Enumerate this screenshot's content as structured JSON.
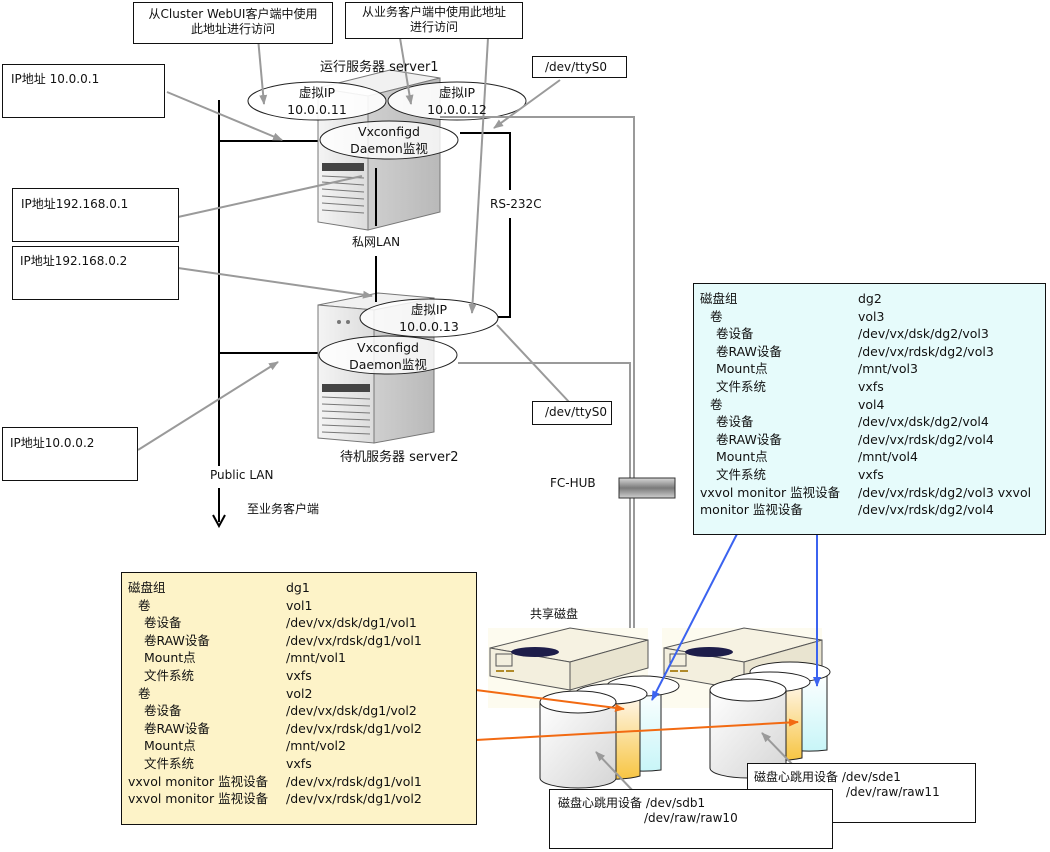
{
  "callouts": {
    "webui_access": "从Cluster WebUI客户端中使用\n此地址进行访问",
    "webui_access_line1": "从Cluster WebUI客户端中使用",
    "webui_access_line2": "此地址进行访问",
    "biz_access_line1": "从业务客户端中使用此地址",
    "biz_access_line2": "进行访问",
    "ip_10_0_0_1": "IP地址 10.0.0.1",
    "ip_192_168_0_1": "IP地址192.168.0.1",
    "ip_192_168_0_2": "IP地址192.168.0.2",
    "ip_10_0_0_2": "IP地址10.0.0.2",
    "tty_server1": "/dev/ttyS0",
    "tty_server2": "/dev/ttyS0",
    "heartbeat_sdb_line1": "磁盘心跳用设备 /dev/sdb1",
    "heartbeat_sdb_line2": "/dev/raw/raw10",
    "heartbeat_sde_line1": "磁盘心跳用设备 /dev/sde1",
    "heartbeat_sde_line2": "/dev/raw/raw11"
  },
  "servers": {
    "active_label": "运行服务器 server1",
    "standby_label": "待机服务器 server2",
    "vip1": {
      "title": "虚拟IP",
      "addr": "10.0.0.11"
    },
    "vip2": {
      "title": "虚拟IP",
      "addr": "10.0.0.12"
    },
    "vip3": {
      "title": "虚拟IP",
      "addr": "10.0.0.13"
    },
    "vx1": {
      "line1": "Vxconfigd",
      "line2": "Daemon监视"
    },
    "vx2": {
      "line1": "Vxconfigd",
      "line2": "Daemon监视"
    }
  },
  "network": {
    "private_lan": "私网LAN",
    "rs232c": "RS-232C",
    "public_lan": "Public LAN",
    "to_clients": "至业务客户端",
    "fc_hub": "FC-HUB",
    "shared_disk": "共享磁盘"
  },
  "dg1": {
    "rows": [
      {
        "k": "磁盘组",
        "v": "dg1",
        "indent": 0
      },
      {
        "k": "卷",
        "v": "vol1",
        "indent": 1
      },
      {
        "k": "卷设备",
        "v": "/dev/vx/dsk/dg1/vol1",
        "indent": 2
      },
      {
        "k": "卷RAW设备",
        "v": "/dev/vx/rdsk/dg1/vol1",
        "indent": 2
      },
      {
        "k": "Mount点",
        "v": "/mnt/vol1",
        "indent": 2
      },
      {
        "k": "文件系统",
        "v": "vxfs",
        "indent": 2
      },
      {
        "k": "卷",
        "v": "vol2",
        "indent": 1
      },
      {
        "k": "卷设备",
        "v": "/dev/vx/dsk/dg1/vol2",
        "indent": 2
      },
      {
        "k": "卷RAW设备",
        "v": "/dev/vx/rdsk/dg1/vol2",
        "indent": 2
      },
      {
        "k": "Mount点",
        "v": "/mnt/vol2",
        "indent": 2
      },
      {
        "k": "文件系统",
        "v": "vxfs",
        "indent": 2
      },
      {
        "k": "vxvol monitor 监视设备",
        "v": "/dev/vx/rdsk/dg1/vol1",
        "indent": 0
      },
      {
        "k": "vxvol monitor 监视设备",
        "v": "/dev/vx/rdsk/dg1/vol2",
        "indent": 0
      }
    ]
  },
  "dg2": {
    "rows": [
      {
        "k": "磁盘组",
        "v": "dg2",
        "indent": 0
      },
      {
        "k": "卷",
        "v": "vol3",
        "indent": 1
      },
      {
        "k": "卷设备",
        "v": "/dev/vx/dsk/dg2/vol3",
        "indent": 2
      },
      {
        "k": "卷RAW设备",
        "v": "/dev/vx/rdsk/dg2/vol3",
        "indent": 2
      },
      {
        "k": "Mount点",
        "v": "/mnt/vol3",
        "indent": 2
      },
      {
        "k": "文件系统",
        "v": "vxfs",
        "indent": 2
      },
      {
        "k": "卷",
        "v": "vol4",
        "indent": 1
      },
      {
        "k": "卷设备",
        "v": "/dev/vx/dsk/dg2/vol4",
        "indent": 2
      },
      {
        "k": "卷RAW设备",
        "v": "/dev/vx/rdsk/dg2/vol4",
        "indent": 2
      },
      {
        "k": "Mount点",
        "v": "/mnt/vol4",
        "indent": 2
      },
      {
        "k": "文件系统",
        "v": "vxfs",
        "indent": 2
      },
      {
        "k": "vxvol monitor 监视设备",
        "v": "/dev/vx/rdsk/dg2/vol3  vxvol",
        "indent": 0
      },
      {
        "k": "monitor 监视设备",
        "v": "/dev/vx/rdsk/dg2/vol4",
        "indent": 0
      }
    ]
  },
  "colors": {
    "dg1_bg": "#fdf3c8",
    "dg2_bg": "#e6fbfb",
    "orange_arrow": "#f26a12",
    "blue_arrow": "#3b63f0",
    "gray_line": "#8c8c8c"
  }
}
